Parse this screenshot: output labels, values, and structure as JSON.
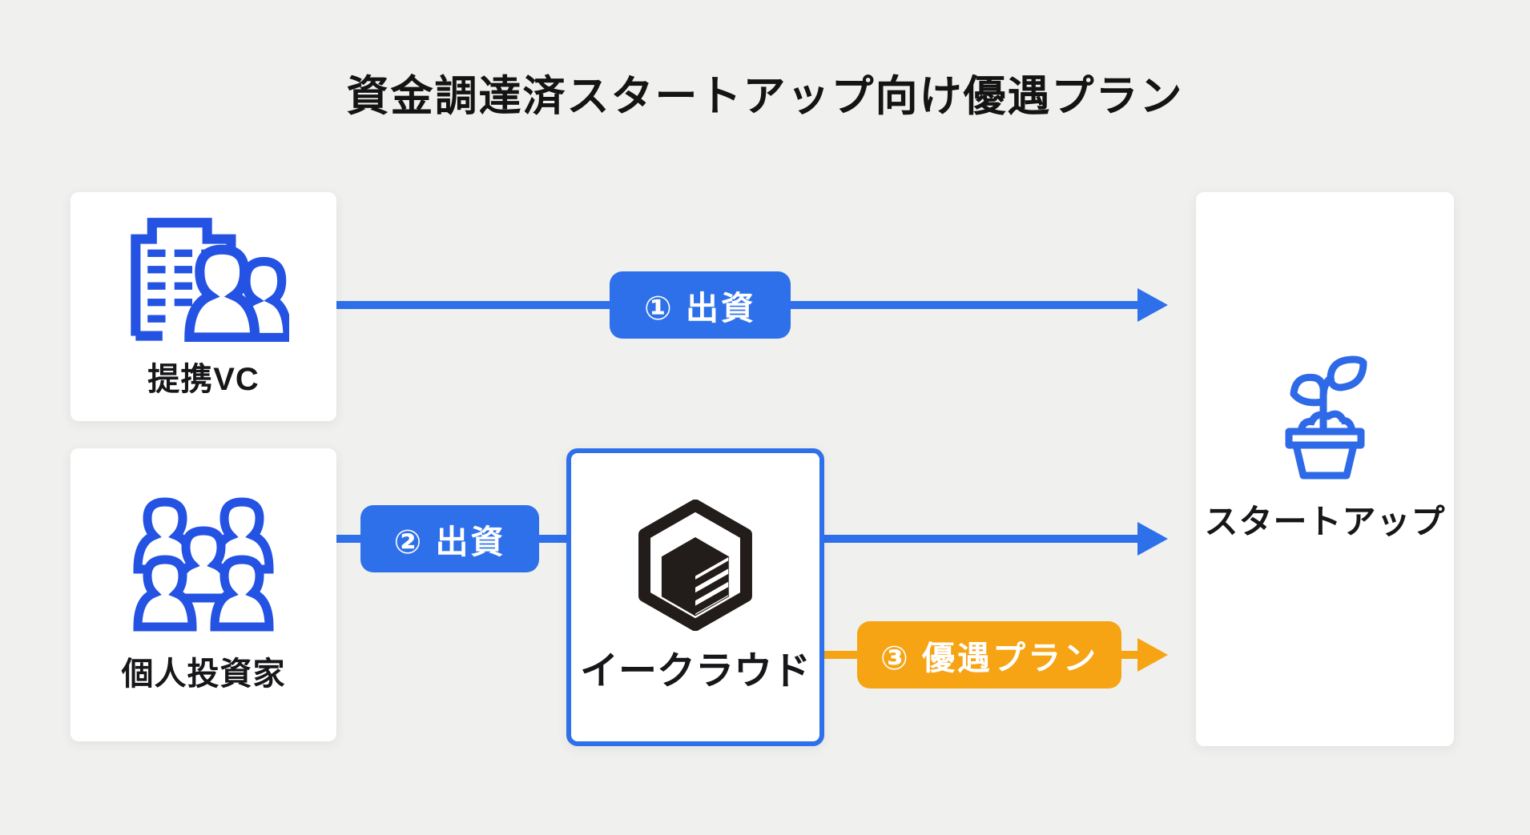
{
  "title": "資金調達済スタートアップ向け優遇プラン",
  "colors": {
    "background": "#f0f0ee",
    "arrow_blue": "#2e70ea",
    "icon_blue": "#2452e2",
    "orange": "#f6a414",
    "text": "#17171a",
    "logo_black": "#221c1a"
  },
  "nodes": {
    "partner_vc": {
      "label": "提携VC",
      "icon": "building-people-icon"
    },
    "investors": {
      "label": "個人投資家",
      "icon": "people-group-icon"
    },
    "ecloud": {
      "label": "イークラウド",
      "icon": "ecloud-hexagon-logo"
    },
    "startup": {
      "label": "スタートアップ",
      "icon": "plant-pot-icon"
    }
  },
  "arrows": [
    {
      "id": 1,
      "label": "① 出資",
      "color": "#2e70ea",
      "from": "提携VC",
      "to": "スタートアップ"
    },
    {
      "id": 2,
      "label": "② 出資",
      "color": "#2e70ea",
      "from": "個人投資家",
      "to": "スタートアップ"
    },
    {
      "id": 3,
      "label": "③ 優遇プラン",
      "color": "#f6a414",
      "from": "イークラウド",
      "to": "スタートアップ"
    }
  ]
}
